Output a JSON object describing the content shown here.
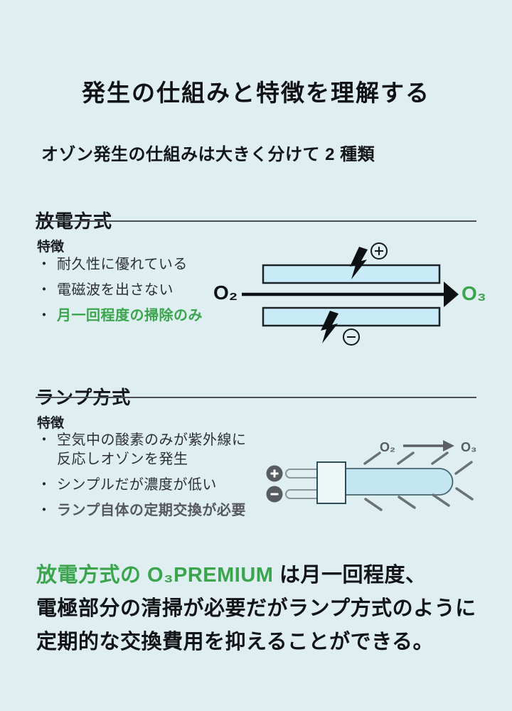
{
  "page": {
    "title": "発生の仕組みと特徴を理解する",
    "subtitle": "オゾン発生の仕組みは大きく分けて 2 種類"
  },
  "colors": {
    "background": "#dfeef0",
    "accent_green": "#3aa54c",
    "text_dark": "#14171a",
    "gray_bold_text": "#55595d",
    "electrode_fill": "#c9ebf8",
    "lamp_tube_fill": "#c3e6f0"
  },
  "bullet_char": "・",
  "icons": {
    "lightning": "lightning-bolt",
    "positive_terminal": "plus-circle",
    "negative_terminal": "minus-circle",
    "uv_light": "ray-lines",
    "reaction_arrow": "right-arrow"
  },
  "sections": {
    "discharge": {
      "heading": "放電方式",
      "features_label": "特徴",
      "bullets": [
        {
          "text": "耐久性に優れている"
        },
        {
          "text": "電磁波を出さない"
        },
        {
          "text": "月一回程度の掃除のみ"
        }
      ],
      "diagram": {
        "input": "O₂",
        "output": "O₃"
      }
    },
    "lamp": {
      "heading": "ランプ方式",
      "features_label": "特徴",
      "bullets": [
        {
          "text": "空気中の酸素のみが紫外線に\n反応しオゾンを発生"
        },
        {
          "text": "シンプルだが濃度が低い"
        },
        {
          "text": "ランプ自体の定期交換が必要"
        }
      ],
      "diagram": {
        "input": "O₂",
        "output": "O₃"
      }
    }
  },
  "footer": {
    "line1_green": "放電方式の O₃PREMIUM",
    "line1_black": "は月一回程度、",
    "line2": "電極部分の清掃が必要だがランプ方式のように",
    "line3": "定期的な交換費用を抑えることができる。"
  }
}
